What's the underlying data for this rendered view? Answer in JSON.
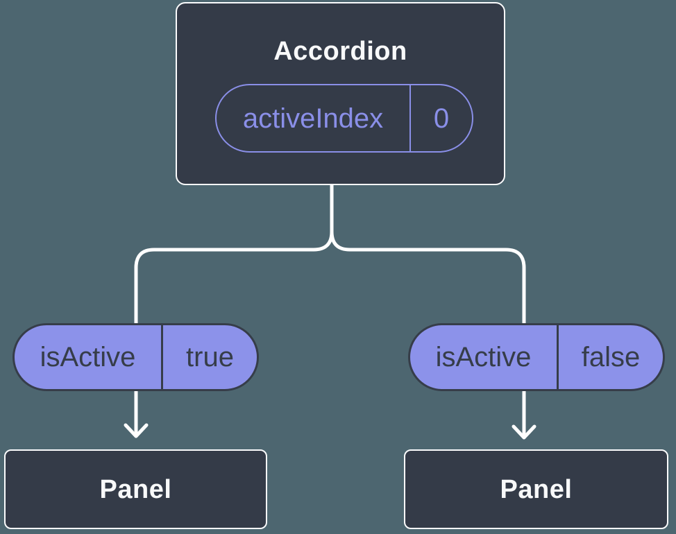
{
  "diagram": {
    "type": "component-tree",
    "colors": {
      "background": "#4D6670",
      "node_fill": "#343B48",
      "node_border": "#FBFCFD",
      "pill_fill": "#8C92EA",
      "accent_purple": "#8A8FE8",
      "dark_text": "#363D49",
      "light_text": "#F8F9FA",
      "connector": "#FFFFFF"
    },
    "root": {
      "title": "Accordion",
      "state_pill": {
        "name": "activeIndex",
        "value": "0"
      }
    },
    "branches": [
      {
        "prop_pill": {
          "name": "isActive",
          "value": "true"
        },
        "child": {
          "title": "Panel"
        }
      },
      {
        "prop_pill": {
          "name": "isActive",
          "value": "false"
        },
        "child": {
          "title": "Panel"
        }
      }
    ]
  }
}
